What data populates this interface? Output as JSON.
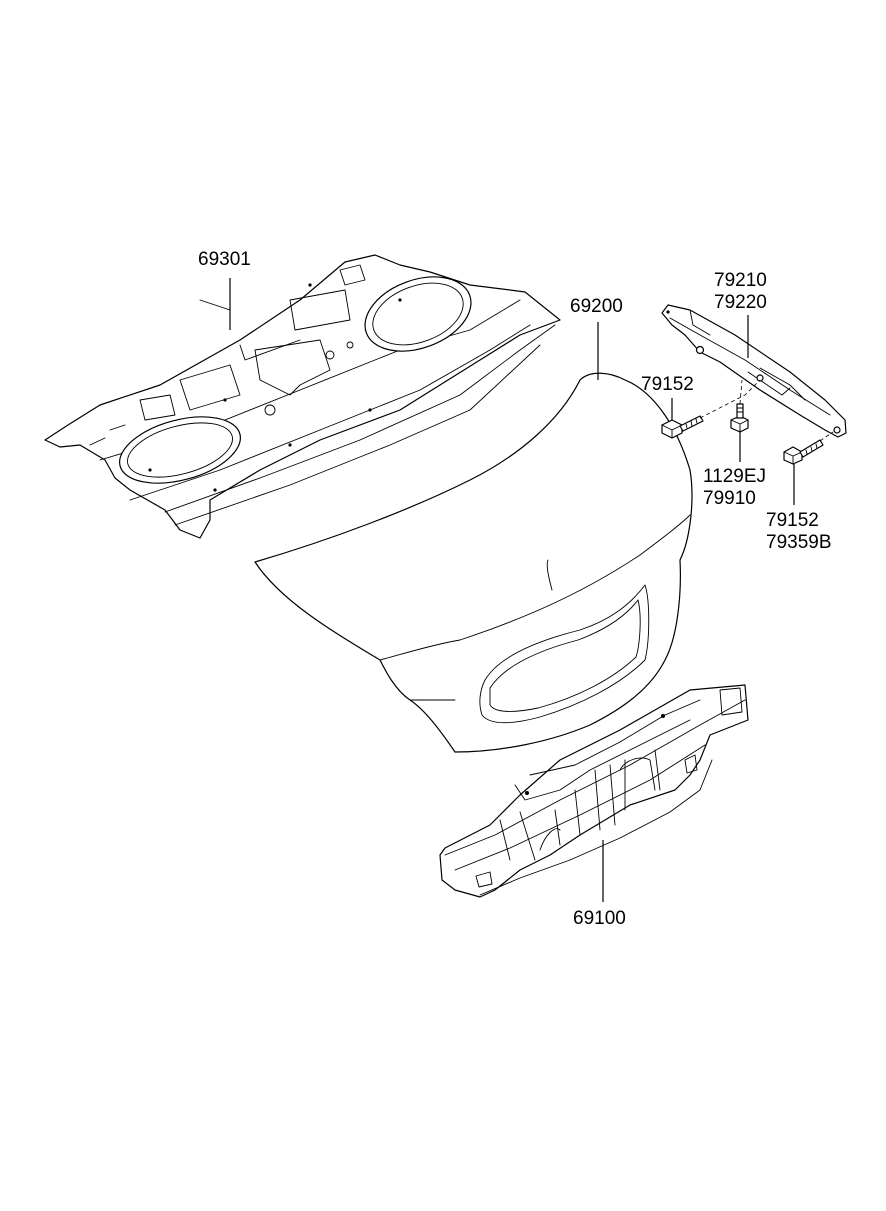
{
  "callouts": {
    "rear_package_tray": "69301",
    "trunk_lid": "69200",
    "hinge_assy_lh": "79210",
    "hinge_assy_rh": "79220",
    "hinge_bolt_upper": "79152",
    "nut_code": "1129EJ",
    "nut_code_2": "79910",
    "hinge_bolt_lower": "79152",
    "bolt_code_2": "79359B",
    "back_panel": "69100"
  }
}
